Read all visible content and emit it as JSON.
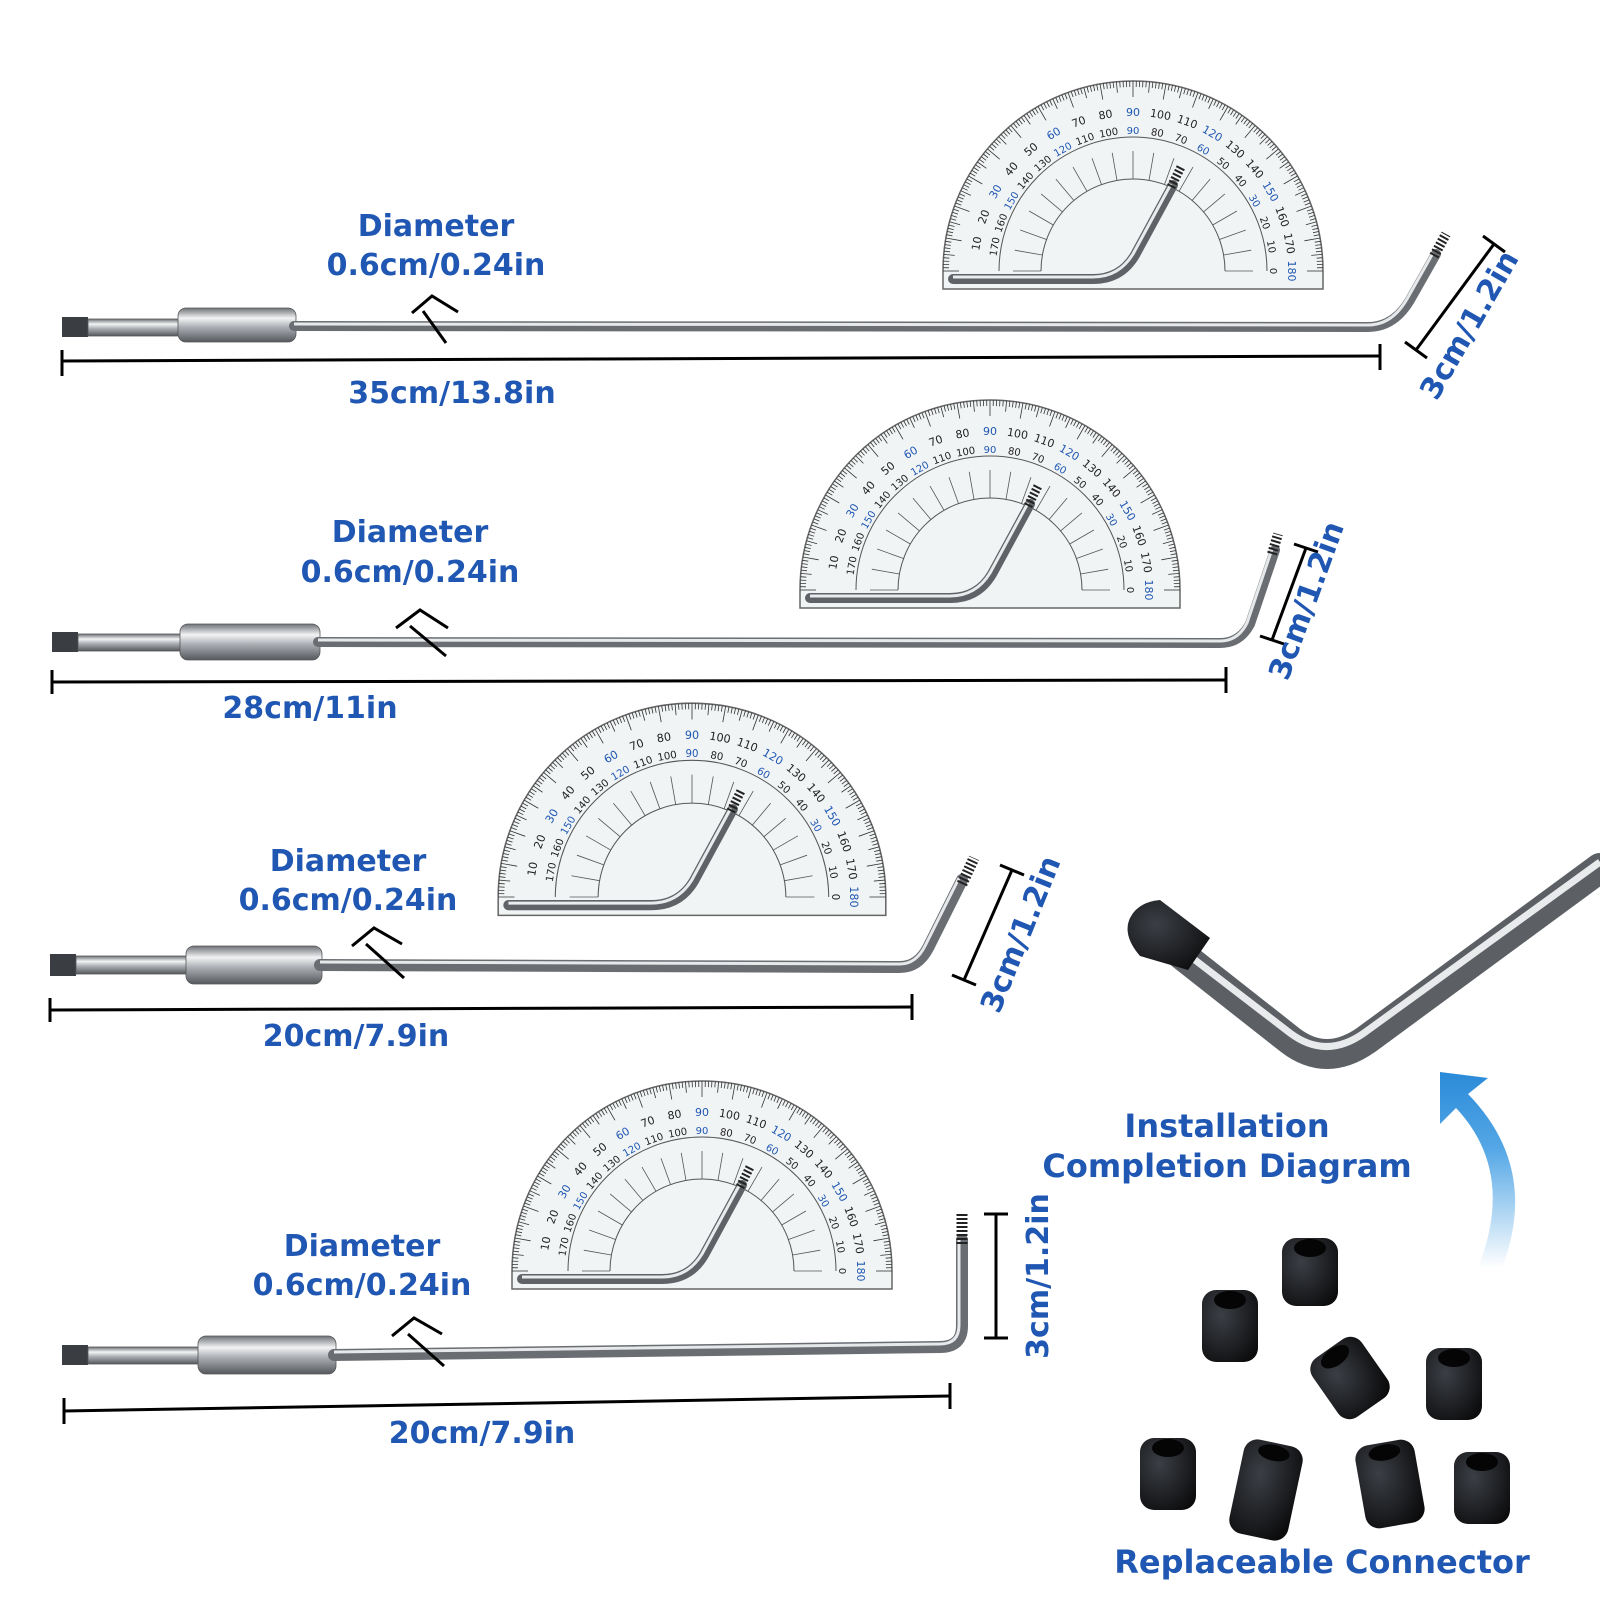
{
  "colors": {
    "label_blue": "#1f57b3",
    "steel": "#b9bdc2",
    "dimension_line": "#000000",
    "arrow_blue": "#2a8ad8",
    "connector_black": "#111111"
  },
  "rods": [
    {
      "diameter_title": "Diameter",
      "diameter_value": "0.6cm/0.24in",
      "length_label": "35cm/13.8in",
      "tip_label": "3cm/1.2in"
    },
    {
      "diameter_title": "Diameter",
      "diameter_value": "0.6cm/0.24in",
      "length_label": "28cm/11in",
      "tip_label": "3cm/1.2in"
    },
    {
      "diameter_title": "Diameter",
      "diameter_value": "0.6cm/0.24in",
      "length_label": "20cm/7.9in",
      "tip_label": "3cm/1.2in"
    },
    {
      "diameter_title": "Diameter",
      "diameter_value": "0.6cm/0.24in",
      "length_label": "20cm/7.9in",
      "tip_label": "3cm/1.2in"
    }
  ],
  "protractor": {
    "outer_scale": [
      "10",
      "20",
      "30",
      "40",
      "50",
      "60",
      "70",
      "80",
      "90",
      "100",
      "110",
      "120",
      "130",
      "140",
      "150",
      "160",
      "170",
      "180"
    ],
    "inner_scale": [
      "170",
      "160",
      "150",
      "140",
      "130",
      "120",
      "110",
      "100",
      "90",
      "80",
      "70",
      "60",
      "50",
      "40",
      "30",
      "20",
      "10",
      "0"
    ]
  },
  "installation": {
    "line1": "Installation",
    "line2": "Completion Diagram"
  },
  "connectors": {
    "label": "Replaceable Connector",
    "count": 8
  }
}
